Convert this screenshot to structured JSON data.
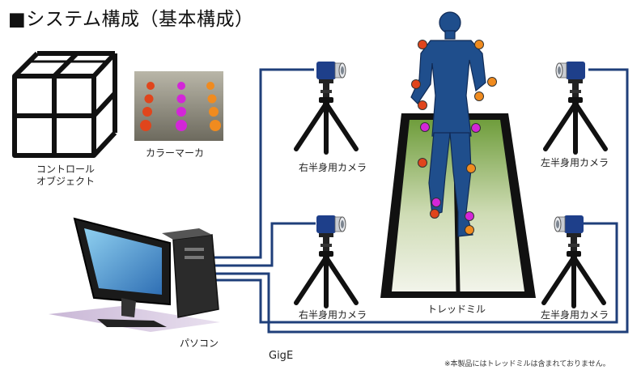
{
  "title": "■システム構成（基本構成）",
  "labels": {
    "control_object_line1": "コントロール",
    "control_object_line2": "オブジェクト",
    "color_marker": "カラーマーカ",
    "camera_right_top": "右半身用カメラ",
    "camera_left_top": "左半身用カメラ",
    "camera_right_bottom": "右半身用カメラ",
    "camera_left_bottom": "左半身用カメラ",
    "treadmill": "トレッドミル",
    "pc": "パソコン",
    "network": "GigE",
    "note": "※本製品にはトレッドミルは含まれておりません。"
  },
  "colors": {
    "cable": "#1f3f7a",
    "camera_blue": "#1e3f8a",
    "runner_blue": "#1f4e8c",
    "marker_red": "#e0451c",
    "marker_orange": "#f08b1f",
    "marker_magenta": "#d326d8",
    "treadmill_green": "#7da84b"
  },
  "icons": {
    "control_object": "wireframe-cube-icon",
    "markers": "color-marker-photo",
    "camera": "camera-on-tripod-icon",
    "runner": "running-person-silhouette",
    "treadmill": "treadmill-belt",
    "pc": "desktop-computer-icon"
  }
}
